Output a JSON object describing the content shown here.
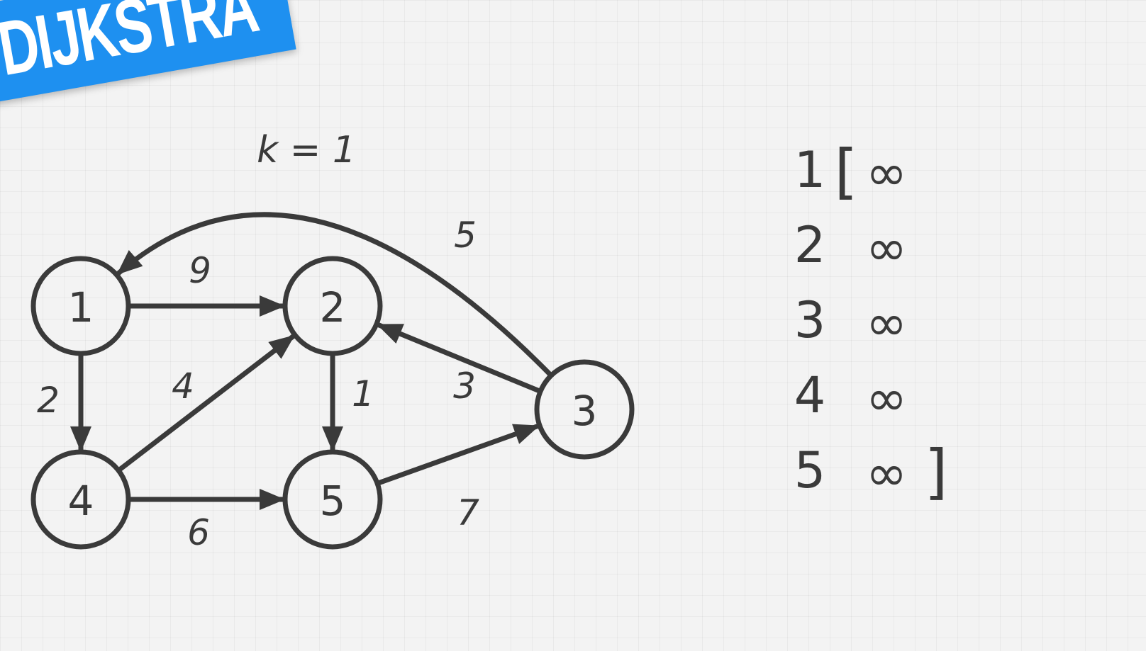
{
  "banner": {
    "text": "DIJKSTRA"
  },
  "header": {
    "text": "k = 1"
  },
  "graph": {
    "nodes": [
      {
        "id": "1",
        "label": "1"
      },
      {
        "id": "2",
        "label": "2"
      },
      {
        "id": "3",
        "label": "3"
      },
      {
        "id": "4",
        "label": "4"
      },
      {
        "id": "5",
        "label": "5"
      }
    ],
    "edges": [
      {
        "from": "1",
        "to": "2",
        "weight": "9"
      },
      {
        "from": "1",
        "to": "4",
        "weight": "2"
      },
      {
        "from": "4",
        "to": "2",
        "weight": "4"
      },
      {
        "from": "2",
        "to": "5",
        "weight": "1"
      },
      {
        "from": "4",
        "to": "5",
        "weight": "6"
      },
      {
        "from": "3",
        "to": "2",
        "weight": "3"
      },
      {
        "from": "5",
        "to": "3",
        "weight": "7"
      },
      {
        "from": "3",
        "to": "1",
        "weight": "5"
      }
    ]
  },
  "distances": {
    "open_bracket": "[",
    "close_bracket": "]",
    "rows": [
      {
        "vertex": "1",
        "value": "∞"
      },
      {
        "vertex": "2",
        "value": "∞"
      },
      {
        "vertex": "3",
        "value": "∞"
      },
      {
        "vertex": "4",
        "value": "∞"
      },
      {
        "vertex": "5",
        "value": "∞"
      }
    ]
  },
  "colors": {
    "ink": "#3a3a3a",
    "banner": "#1e90f0",
    "background": "#f3f3f3"
  }
}
